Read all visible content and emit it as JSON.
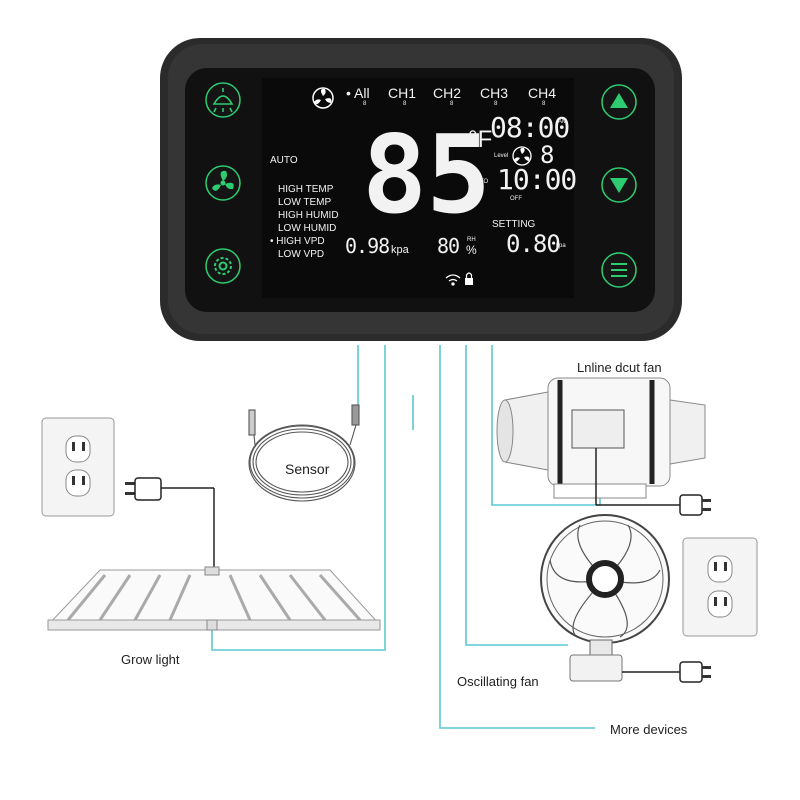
{
  "controller": {
    "mode": "AUTO",
    "channels": [
      "• All",
      "CH1",
      "CH2",
      "CH3",
      "CH4"
    ],
    "channel_mark": "8",
    "temperature": "85",
    "temp_unit": "°F",
    "time": "08:00",
    "time_suffix": "AM",
    "level_label": "Level",
    "level_value": "8",
    "to_label": "TO",
    "end_time": "10:00",
    "end_suffix": "OFF",
    "setting_label": "SETTING",
    "setting_value": "0.80",
    "setting_unit": "kpa",
    "vpd_value": "0.98",
    "vpd_unit": "kpa",
    "humidity_value": "80",
    "humidity_unit": "%",
    "humidity_label": "RH",
    "trigger_list": [
      "HIGH  TEMP",
      "LOW  TEMP",
      "HIGH HUMID",
      "LOW  HUMID",
      "• HIGH  VPD",
      "LOW     VPD"
    ],
    "left_buttons": [
      "light-icon",
      "fan-icon",
      "settings-icon"
    ],
    "right_buttons": [
      "up-arrow-icon",
      "down-arrow-icon",
      "menu-icon"
    ],
    "accent_color": "#2ecc71"
  },
  "devices": {
    "sensor": "Sensor",
    "inline_fan": "Lnline dcut fan",
    "grow_light": "Grow light",
    "oscillating_fan": "Oscillating fan",
    "more": "More devices"
  },
  "colors": {
    "wire": "#5bc8d4",
    "body": "#2a2a2a",
    "lcd_bg": "#0a0a0a"
  }
}
